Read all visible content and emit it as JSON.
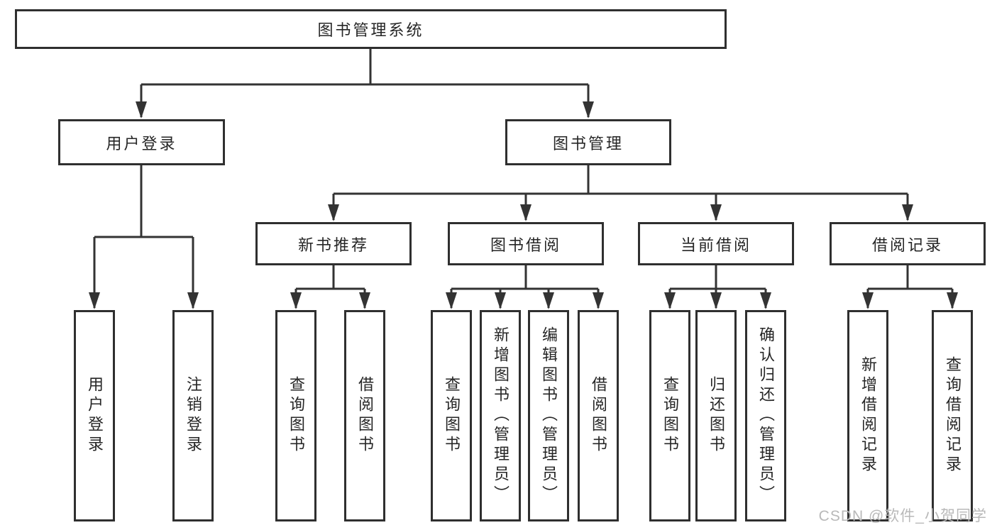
{
  "diagram_type": "function-structure-tree",
  "tree": {
    "root": {
      "label": "图书管理系统",
      "children": [
        {
          "label": "用户登录",
          "children": [
            {
              "label": "用户登录"
            },
            {
              "label": "注销登录"
            }
          ]
        },
        {
          "label": "图书管理",
          "children": [
            {
              "label": "新书推荐",
              "children": [
                {
                  "label": "查询图书"
                },
                {
                  "label": "借阅图书"
                }
              ]
            },
            {
              "label": "图书借阅",
              "children": [
                {
                  "label": "查询图书"
                },
                {
                  "label": "新增图书（管理员）"
                },
                {
                  "label": "编辑图书（管理员）"
                },
                {
                  "label": "借阅图书"
                }
              ]
            },
            {
              "label": "当前借阅",
              "children": [
                {
                  "label": "查询图书"
                },
                {
                  "label": "归还图书"
                },
                {
                  "label": "确认归还（管理员）"
                }
              ]
            },
            {
              "label": "借阅记录",
              "children": [
                {
                  "label": "新增借阅记录"
                },
                {
                  "label": "查询借阅记录"
                }
              ]
            }
          ]
        }
      ]
    }
  },
  "watermark": {
    "text": "CSDN @软件_小贺同学"
  },
  "colors": {
    "background": "#ffffff",
    "line": "#333333",
    "box_border": "#2f2f2f",
    "text": "#262626",
    "watermark": "#b9b9b9"
  }
}
